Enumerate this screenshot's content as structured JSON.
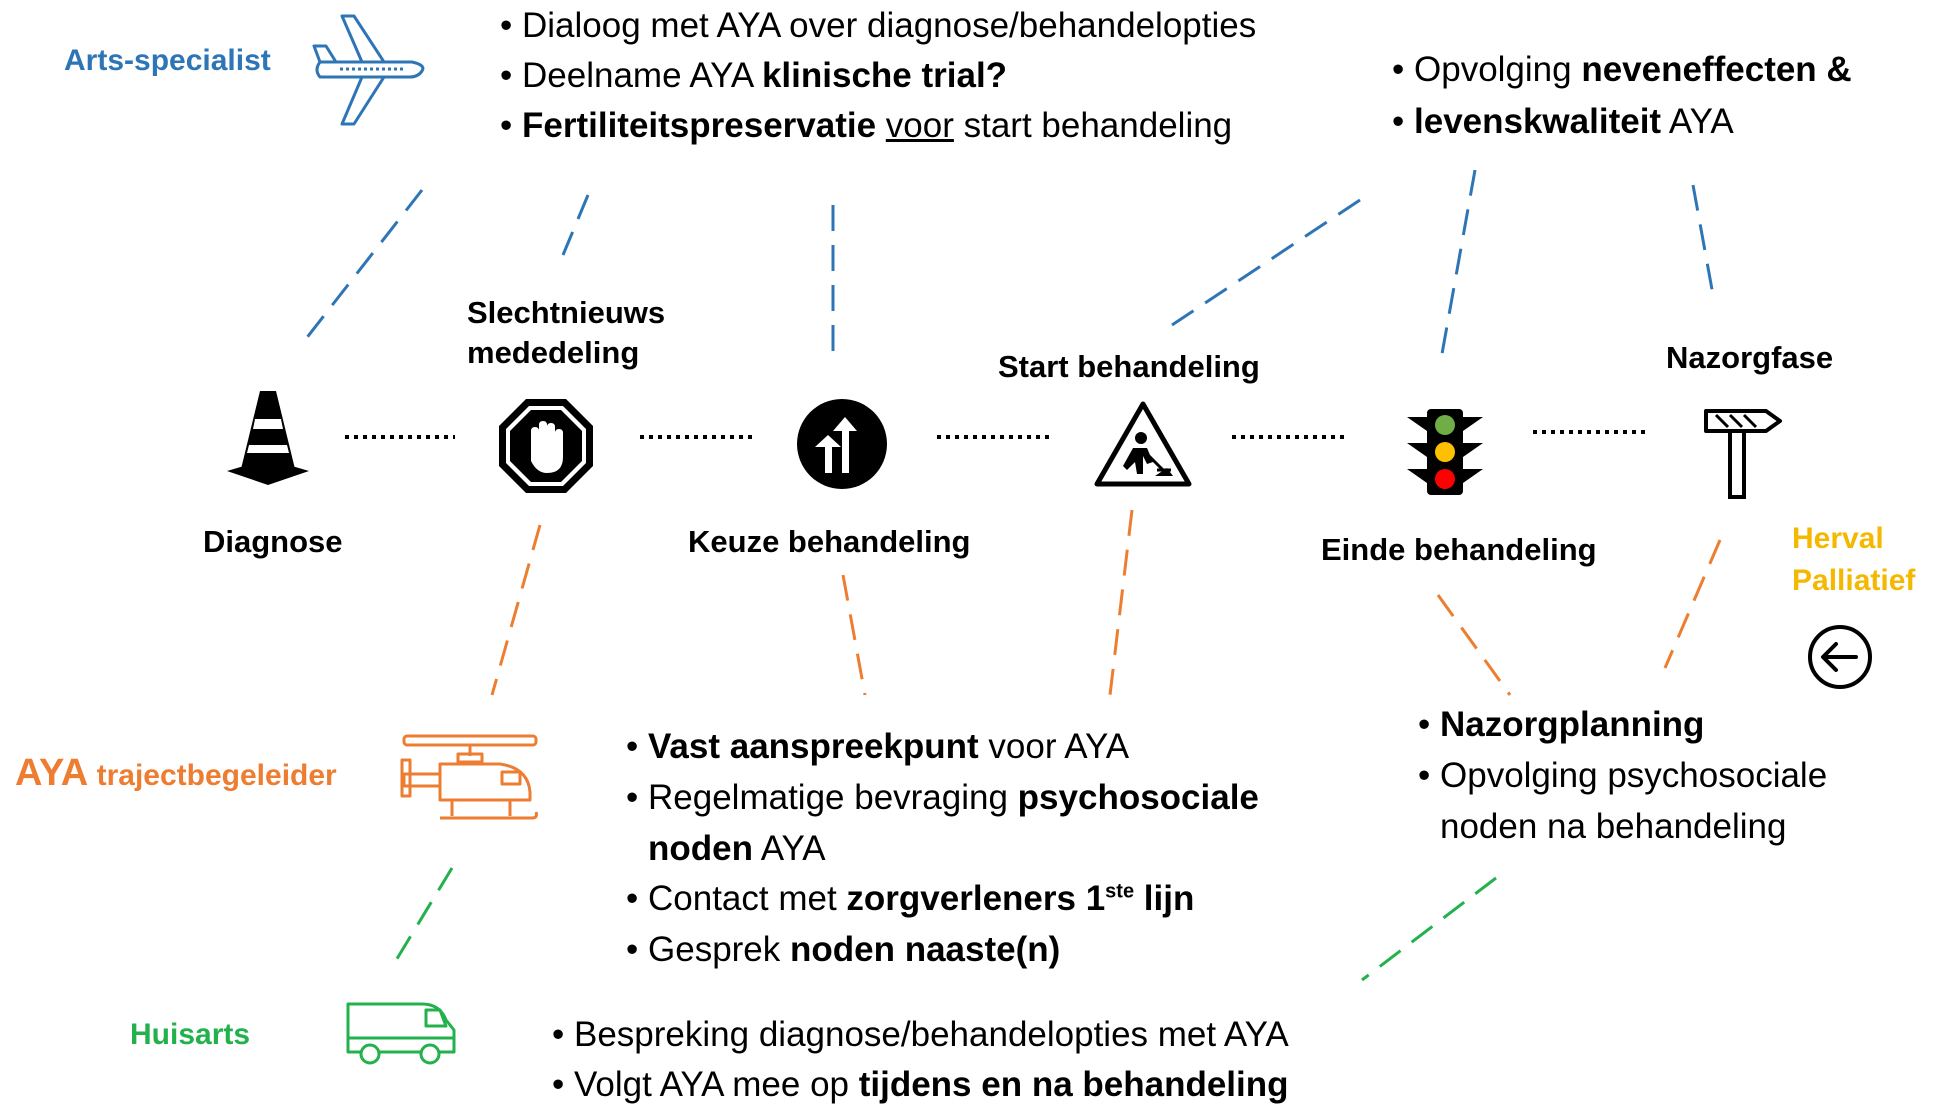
{
  "roles": {
    "specialist": "Arts-specialist",
    "coach_main": "AYA",
    "coach_rest": "trajectbegeleider",
    "gp": "Huisarts",
    "relapse_1": "Herval",
    "relapse_2": "Palliatief"
  },
  "stages": {
    "diagnose": "Diagnose",
    "bad_news_1": "Slechtnieuws",
    "bad_news_2": "mededeling",
    "choice": "Keuze behandeling",
    "start": "Start behandeling",
    "end": "Einde behandeling",
    "aftercare": "Nazorgfase"
  },
  "specialist_notes": [
    {
      "a": "Dialoog met AYA over diagnose/behandelopties"
    },
    {
      "a": "Deelname AYA ",
      "b": "klinische trial?"
    },
    {
      "b": "Fertiliteitspreservatie",
      "a": " ",
      "u": "voor",
      "c": " start behandeling"
    }
  ],
  "followup_notes": [
    {
      "a": "Opvolging ",
      "b": "neveneffecten &"
    },
    {
      "b": "levenskwaliteit",
      "a": " AYA"
    }
  ],
  "coach_notes": [
    {
      "b": "Vast aanspreekpunt",
      "a": "  voor AYA"
    },
    {
      "a": "Regelmatige bevraging ",
      "b": "psychosociale"
    },
    {
      "b": "noden",
      "a": " AYA"
    },
    {
      "a": "Contact met ",
      "b": "zorgverleners 1",
      "sup": "ste",
      "c": " lijn"
    },
    {
      "a": "Gesprek ",
      "b": "noden naaste(n)"
    }
  ],
  "aftercare_notes": [
    {
      "b": "Nazorgplanning"
    },
    {
      "a": "Opvolging psychosociale"
    },
    {
      "a": "noden na behandeling"
    }
  ],
  "gp_notes": [
    {
      "a": "Bespreking diagnose/behandelopties  met AYA"
    },
    {
      "a": "Volgt AYA mee op ",
      "b": "tijdens en na behandeling"
    }
  ],
  "colors": {
    "specialist": "#2e75b6",
    "coach": "#ed7d31",
    "gp": "#22b14c",
    "relapse": "#f5b800",
    "icon": "#000000"
  },
  "icons": [
    "airplane-icon",
    "helicopter-icon",
    "van-icon",
    "traffic-cone-icon",
    "stop-hand-icon",
    "turn-sign-icon",
    "roadwork-icon",
    "traffic-light-icon",
    "signpost-icon",
    "back-arrow-icon"
  ]
}
